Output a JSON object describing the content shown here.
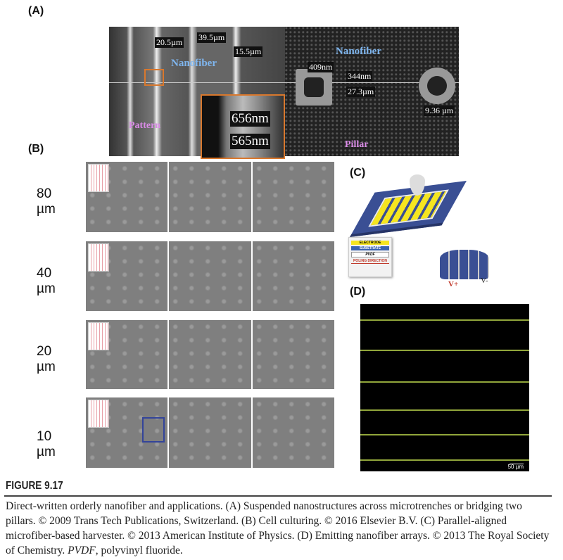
{
  "panels": {
    "a": "(A)",
    "b": "(B)",
    "c": "(C)",
    "d": "(D)"
  },
  "panel_a": {
    "measurements": [
      "20.5µm",
      "39.5µm",
      "15.5µm",
      "656nm",
      "565nm",
      "409nm",
      "344nm",
      "27.3µm",
      "9.36 µm"
    ],
    "nanofiber": "Nanofiber",
    "pattern": "Pattern",
    "pillar": "Pillar"
  },
  "panel_b": {
    "rows": [
      "80 µm",
      "40 µm",
      "20 µm",
      "10 µm"
    ]
  },
  "panel_c": {
    "legend": [
      "ELECTRODE",
      "SUBSTRATE",
      "PVDF",
      "POLING DIRECTION"
    ],
    "v_plus": "V+",
    "v_minus": "V-"
  },
  "panel_d": {
    "scale_bar": "50 µm"
  },
  "caption": {
    "title": "FIGURE 9.17",
    "text_1": "Direct-written orderly nanofiber and applications. (A) Suspended nanostructures across microtrenches or bridging two pillars. © 2009 Trans Tech Publications, Switzerland. (B) Cell culturing. © 2016 Elsevier B.V. (C) Parallel-aligned microfiber-based harvester. © 2013 American Institute of Physics. (D) Emitting nanofiber arrays. © 2013 The Royal Society of Chemistry. ",
    "italic": "PVDF",
    "text_2": ", polyvinyl fluoride."
  }
}
